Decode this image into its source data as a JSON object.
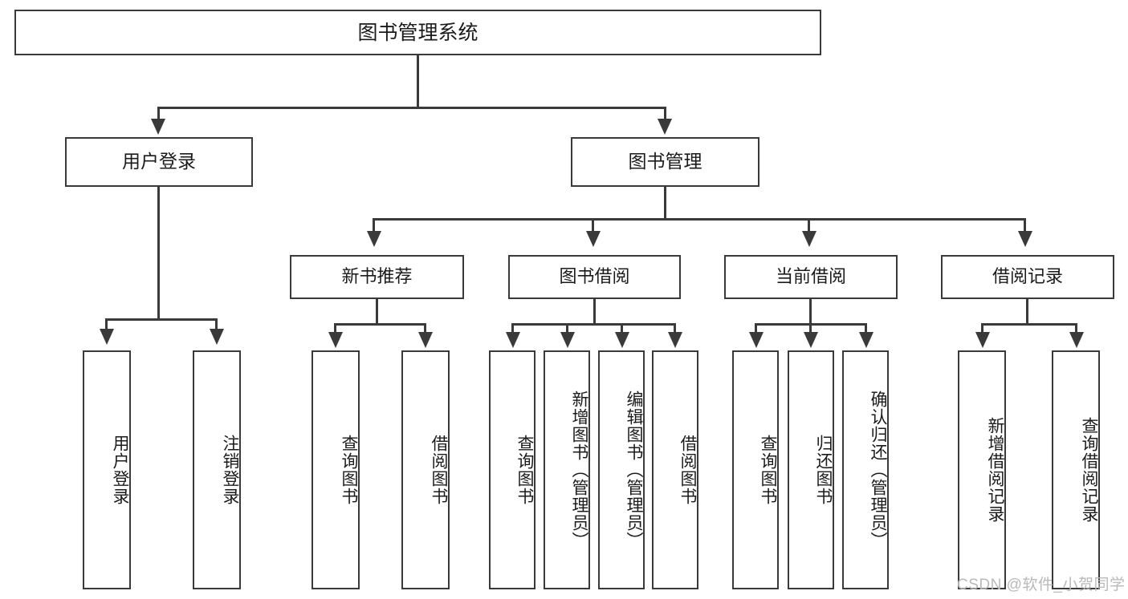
{
  "diagram": {
    "type": "tree",
    "title": "图书管理系统",
    "root": {
      "label": "图书管理系统"
    },
    "level2": [
      {
        "label": "用户登录"
      },
      {
        "label": "图书管理"
      }
    ],
    "level3": [
      {
        "label": "新书推荐"
      },
      {
        "label": "图书借阅"
      },
      {
        "label": "当前借阅"
      },
      {
        "label": "借阅记录"
      }
    ],
    "leaves": {
      "user_login": [
        {
          "label": "用户登录"
        },
        {
          "label": "注销登录"
        }
      ],
      "new_book_recommend": [
        {
          "label": "查询图书"
        },
        {
          "label": "借阅图书"
        }
      ],
      "book_borrow": [
        {
          "label": "查询图书"
        },
        {
          "label": "新增图书（管理员）"
        },
        {
          "label": "编辑图书（管理员）"
        },
        {
          "label": "借阅图书"
        }
      ],
      "current_borrow": [
        {
          "label": "查询图书"
        },
        {
          "label": "归还图书"
        },
        {
          "label": "确认归还（管理员）"
        }
      ],
      "borrow_record": [
        {
          "label": "新增借阅记录"
        },
        {
          "label": "查询借阅记录"
        }
      ]
    }
  },
  "watermark": {
    "text": "CSDN @软件_小贺同学"
  },
  "colors": {
    "stroke": "#3a3a3a",
    "text": "#1b1b1b",
    "background": "#ffffff",
    "watermark": "#b9b9b9"
  }
}
